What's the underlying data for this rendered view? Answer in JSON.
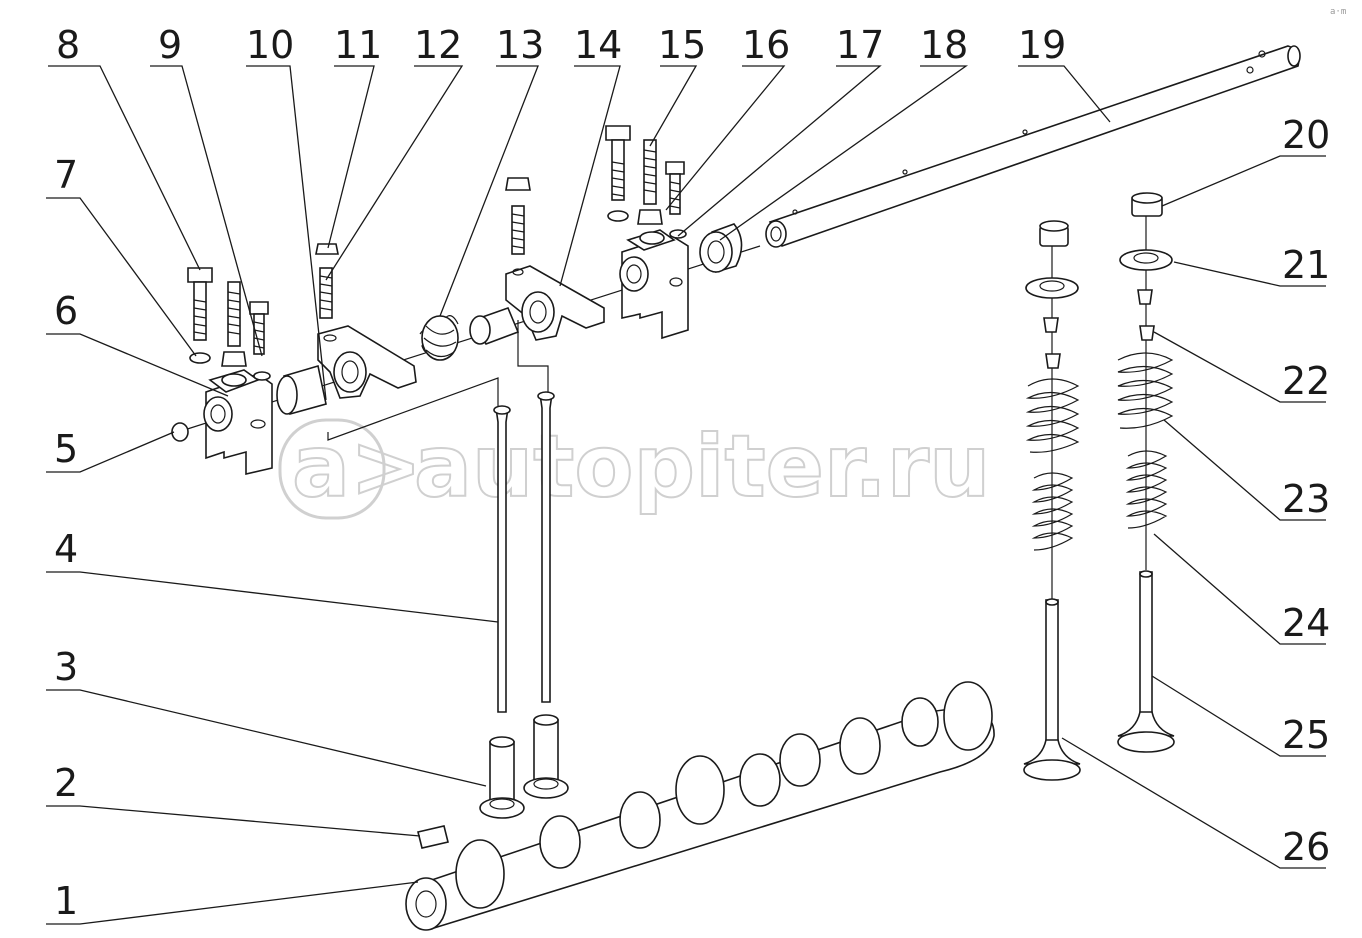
{
  "diagram": {
    "callouts": [
      "1",
      "2",
      "3",
      "4",
      "5",
      "6",
      "7",
      "8",
      "9",
      "10",
      "11",
      "12",
      "13",
      "14",
      "15",
      "16",
      "17",
      "18",
      "19",
      "20",
      "21",
      "22",
      "23",
      "24",
      "25",
      "26"
    ]
  },
  "watermark": {
    "text": "autopiter.ru",
    "logo_glyph": "a>"
  },
  "corner_mark": "a·m"
}
